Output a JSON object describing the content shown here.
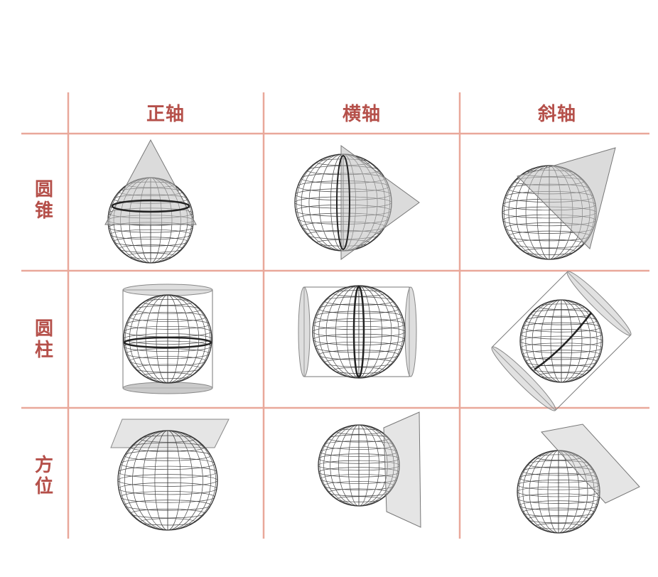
{
  "columns": [
    "正轴",
    "横轴",
    "斜轴"
  ],
  "rows": [
    {
      "chars": [
        "圆",
        "锥"
      ]
    },
    {
      "chars": [
        "圆",
        "柱"
      ]
    },
    {
      "chars": [
        "方",
        "位"
      ]
    }
  ],
  "colors": {
    "grid_line": "#e9a89a",
    "label": "#b5504a",
    "surface_fill": "#bdbdbd",
    "globe_line": "#444444"
  }
}
